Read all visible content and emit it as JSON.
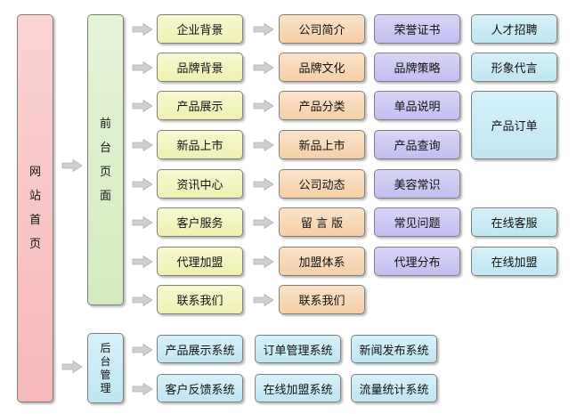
{
  "root": "网站首页",
  "front": "前台页面",
  "back": "后台管理",
  "rows": [
    {
      "cat": "企业背景",
      "sub": "公司简介",
      "p3": "荣誉证书",
      "p4": "人才招聘"
    },
    {
      "cat": "品牌背景",
      "sub": "品牌文化",
      "p3": "品牌策略",
      "p4": "形象代言"
    },
    {
      "cat": "产品展示",
      "sub": "产品分类",
      "p3": "单品说明",
      "p4": "产品订单"
    },
    {
      "cat": "新品上市",
      "sub": "新品上市",
      "p3": "产品查询"
    },
    {
      "cat": "资讯中心",
      "sub": "公司动态",
      "p3": "美容常识"
    },
    {
      "cat": "客户服务",
      "sub": "留  言  版",
      "p3": "常见问题",
      "p4": "在线客服"
    },
    {
      "cat": "代理加盟",
      "sub": "加盟体系",
      "p3": "代理分布",
      "p4": "在线加盟"
    },
    {
      "cat": "联系我们",
      "sub": "联系我们"
    }
  ],
  "back_rows": [
    [
      "产品展示系统",
      "订单管理系统",
      "新闻发布系统"
    ],
    [
      "客户反馈系统",
      "在线加盟系统",
      "流量统计系统"
    ]
  ],
  "colors": {
    "root": "#f6b9b9",
    "front_back": "#d3eac0",
    "category": "#eef0b3",
    "sub": "#f5cfa8",
    "page": "#c2bdf0",
    "extra": "#bfe6f2"
  },
  "icon": "arrow-right-icon"
}
